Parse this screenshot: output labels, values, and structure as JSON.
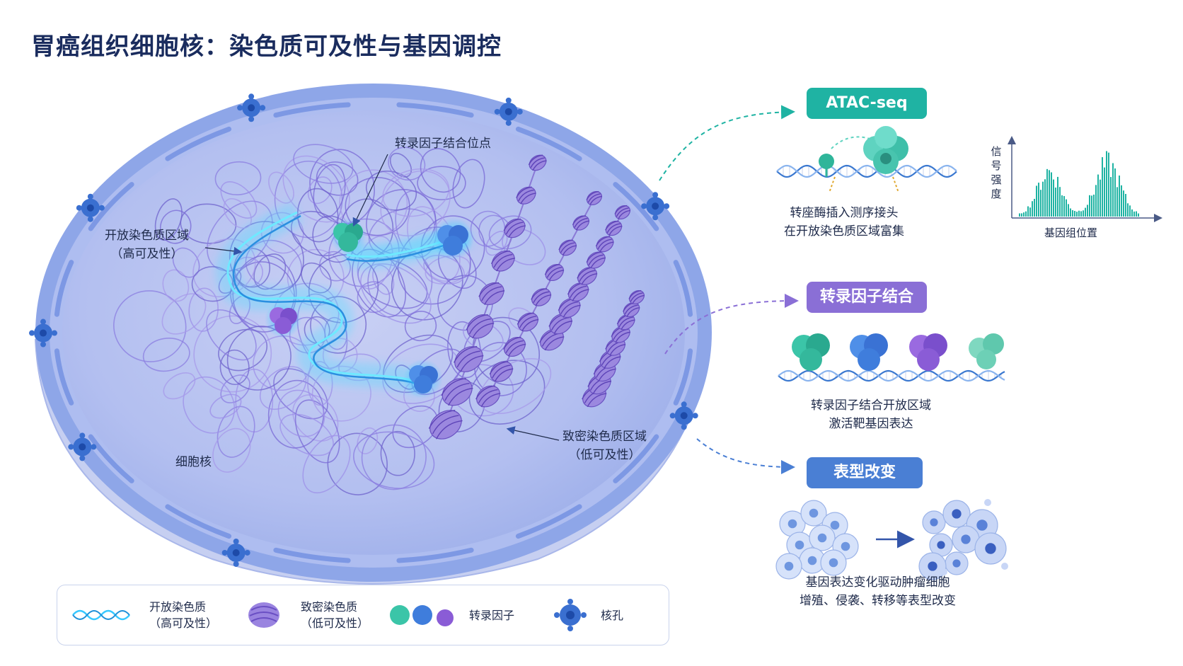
{
  "title": "胃癌组织细胞核：染色质可及性与基因调控",
  "labels": {
    "tf_binding_site": "转录因子结合位点",
    "open_region": [
      "开放染色质区域",
      "（高可及性）"
    ],
    "compact_region": [
      "致密染色质区域",
      "（低可及性）"
    ],
    "nucleus": "细胞核"
  },
  "panels": {
    "atac": {
      "title": "ATAC-seq",
      "caption": [
        "转座酶插入测序接头",
        "在开放染色质区域富集"
      ],
      "ylabel": "信号强度",
      "xlabel": "基因组位置",
      "color": "#1fb3a3"
    },
    "tf": {
      "title": "转录因子结合",
      "caption": [
        "转录因子结合开放区域",
        "激活靶基因表达"
      ],
      "color": "#8a6fd6"
    },
    "phenotype": {
      "title": "表型改变",
      "caption": [
        "基因表达变化驱动肿瘤细胞",
        "增殖、侵袭、转移等表型改变"
      ],
      "color": "#4a7fd4"
    }
  },
  "legend": {
    "open": [
      "开放染色质",
      "（高可及性）"
    ],
    "compact": [
      "致密染色质",
      "（低可及性）"
    ],
    "tf": "转录因子",
    "pore": "核孔"
  },
  "colors": {
    "teal": "#2bb39b",
    "blue": "#3b78d6",
    "purple": "#8a5fd6",
    "glow": "#38d6ff",
    "nucleus_fill": "#b9c4ef",
    "envelope": "#6d8fe0"
  }
}
